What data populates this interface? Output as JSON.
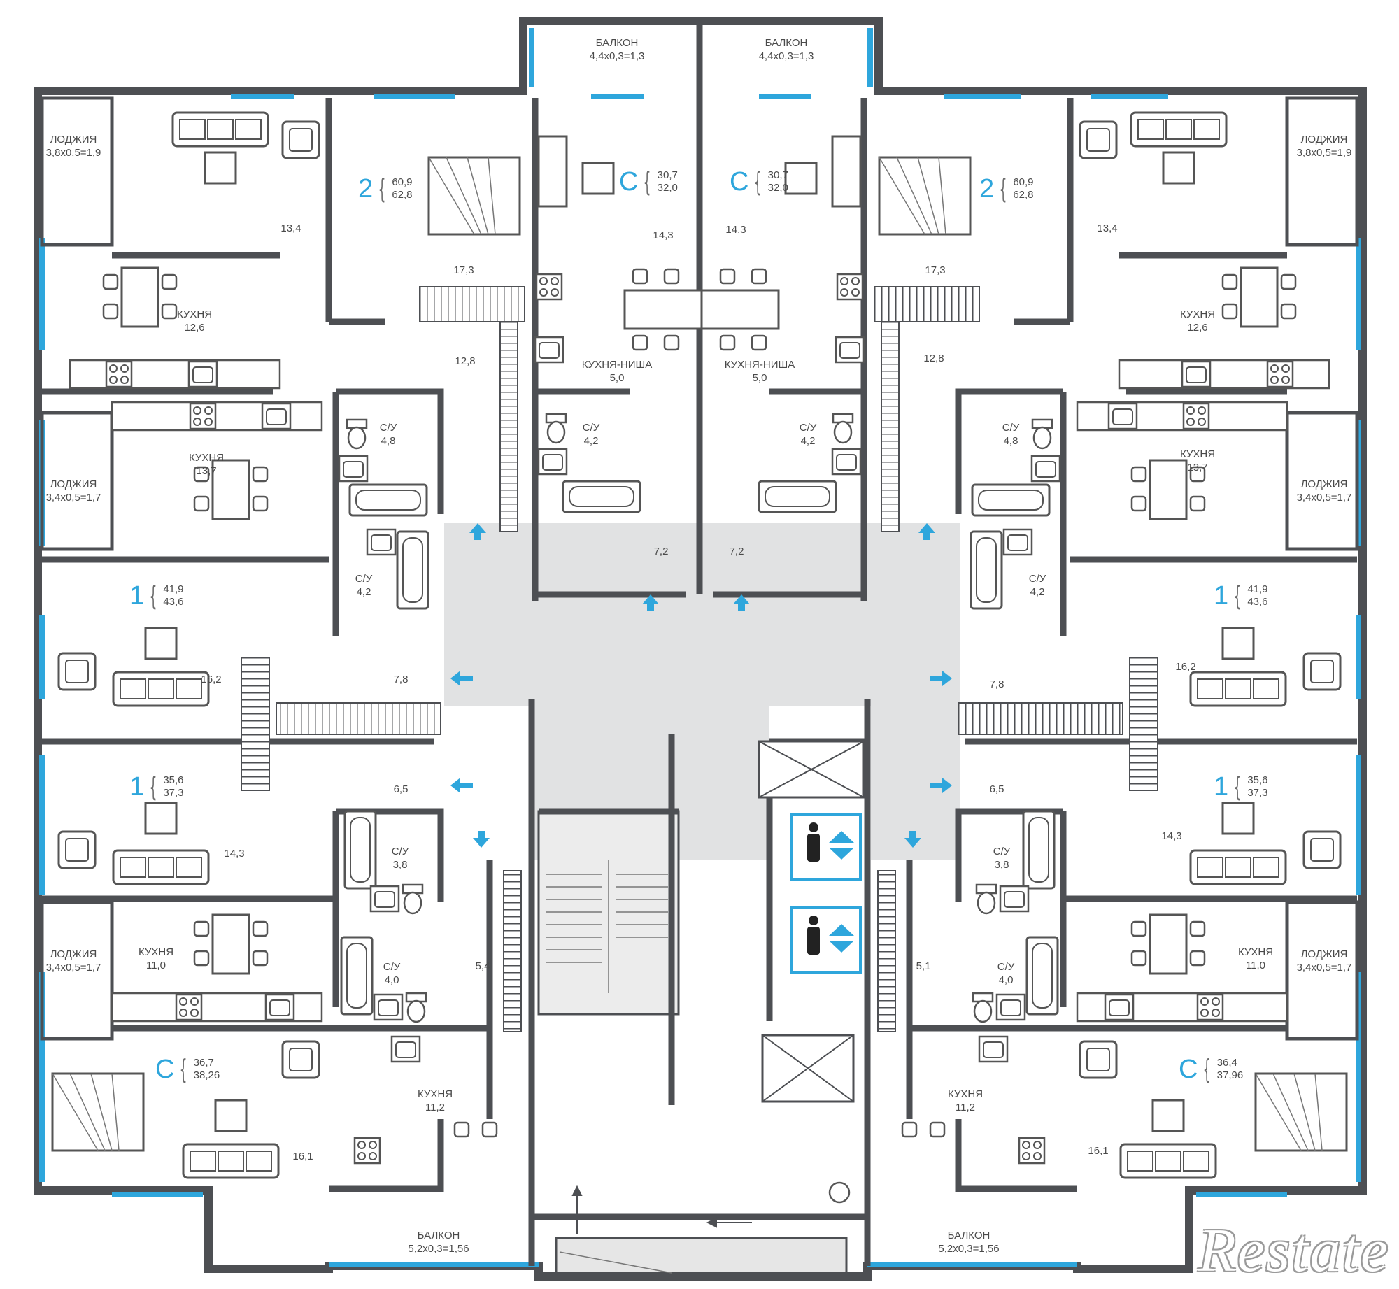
{
  "colors": {
    "wall": "#4d4f53",
    "accent": "#2ea6dc",
    "hall": "#e1e2e3",
    "window": "#2ea6dc",
    "line": "#7a7a7a"
  },
  "balconies_top": [
    {
      "label": "БАЛКОН",
      "dims": "4,4х0,3=1,3"
    },
    {
      "label": "БАЛКОН",
      "dims": "4,4х0,3=1,3"
    }
  ],
  "balconies_bottom": [
    {
      "label": "БАЛКОН",
      "dims": "5,2х0,3=1,56"
    },
    {
      "label": "БАЛКОН",
      "dims": "5,2х0,3=1,56"
    }
  ],
  "loggias": [
    {
      "label": "ЛОДЖИЯ",
      "dims": "3,8х0,5=1,9"
    },
    {
      "label": "ЛОДЖИЯ",
      "dims": "3,8х0,5=1,9"
    },
    {
      "label": "ЛОДЖИЯ",
      "dims": "3,4х0,5=1,7"
    },
    {
      "label": "ЛОДЖИЯ",
      "dims": "3,4х0,5=1,7"
    },
    {
      "label": "ЛОДЖИЯ",
      "dims": "3,4х0,5=1,7"
    },
    {
      "label": "ЛОДЖИЯ",
      "dims": "3,4х0,5=1,7"
    }
  ],
  "apartments": [
    {
      "type": "2",
      "living": "60,9",
      "total": "62,8"
    },
    {
      "type": "С",
      "living": "30,7",
      "total": "32,0"
    },
    {
      "type": "С",
      "living": "30,7",
      "total": "32,0"
    },
    {
      "type": "2",
      "living": "60,9",
      "total": "62,8"
    },
    {
      "type": "1",
      "living": "41,9",
      "total": "43,6"
    },
    {
      "type": "1",
      "living": "41,9",
      "total": "43,6"
    },
    {
      "type": "1",
      "living": "35,6",
      "total": "37,3"
    },
    {
      "type": "1",
      "living": "35,6",
      "total": "37,3"
    },
    {
      "type": "С",
      "living": "36,7",
      "total": "38,26"
    },
    {
      "type": "С",
      "living": "36,4",
      "total": "37,96"
    }
  ],
  "kitchens": [
    {
      "label": "КУХНЯ",
      "area": "12,6"
    },
    {
      "label": "КУХНЯ",
      "area": "12,6"
    },
    {
      "label": "КУХНЯ",
      "area": "13,7"
    },
    {
      "label": "КУХНЯ",
      "area": "13,7"
    },
    {
      "label": "КУХНЯ",
      "area": "11,0"
    },
    {
      "label": "КУХНЯ",
      "area": "11,0"
    },
    {
      "label": "КУХНЯ",
      "area": "11,2"
    },
    {
      "label": "КУХНЯ",
      "area": "11,2"
    },
    {
      "label": "КУХНЯ-НИША",
      "area": "5,0"
    },
    {
      "label": "КУХНЯ-НИША",
      "area": "5,0"
    }
  ],
  "bathrooms": [
    {
      "label": "С/У",
      "area": "4,8"
    },
    {
      "label": "С/У",
      "area": "4,8"
    },
    {
      "label": "С/У",
      "area": "4,2"
    },
    {
      "label": "С/У",
      "area": "4,2"
    },
    {
      "label": "С/У",
      "area": "4,2"
    },
    {
      "label": "С/У",
      "area": "4,2"
    },
    {
      "label": "С/У",
      "area": "3,8"
    },
    {
      "label": "С/У",
      "area": "3,8"
    },
    {
      "label": "С/У",
      "area": "4,0"
    },
    {
      "label": "С/У",
      "area": "4,0"
    }
  ],
  "room_areas": [
    "13,4",
    "13,4",
    "17,3",
    "17,3",
    "14,3",
    "14,3",
    "12,8",
    "12,8",
    "7,2",
    "7,2",
    "7,8",
    "7,8",
    "16,2",
    "16,2",
    "6,5",
    "6,5",
    "14,3",
    "14,3",
    "5,4",
    "5,1",
    "16,1",
    "16,1"
  ],
  "watermark": "Restate"
}
